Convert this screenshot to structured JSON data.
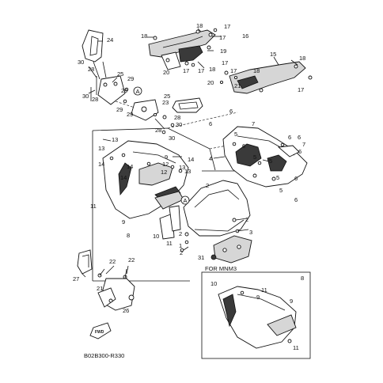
{
  "diagram": {
    "callouts": {
      "c1": "1",
      "c2": "2",
      "c3": "3",
      "c4": "4",
      "c5": "5",
      "c6": "6",
      "c7": "7",
      "c8": "8",
      "c9": "9",
      "c10": "10",
      "c11": "11",
      "c12": "12",
      "c13": "13",
      "c14": "14",
      "c15": "15",
      "c16": "16",
      "c17": "17",
      "c18": "18",
      "c19": "19",
      "c20": "20",
      "c21": "21",
      "c22": "22",
      "c23": "23",
      "c24": "24",
      "c25": "25",
      "c26": "26",
      "c27": "27",
      "c28": "28",
      "c29": "29",
      "c30": "30",
      "c31": "31"
    },
    "ref_marker": "A",
    "variant_box_title": "FOR MNM3",
    "variant_box_number": "8",
    "fwd_label": "FWD",
    "figure_code": "B02B300-R330"
  }
}
